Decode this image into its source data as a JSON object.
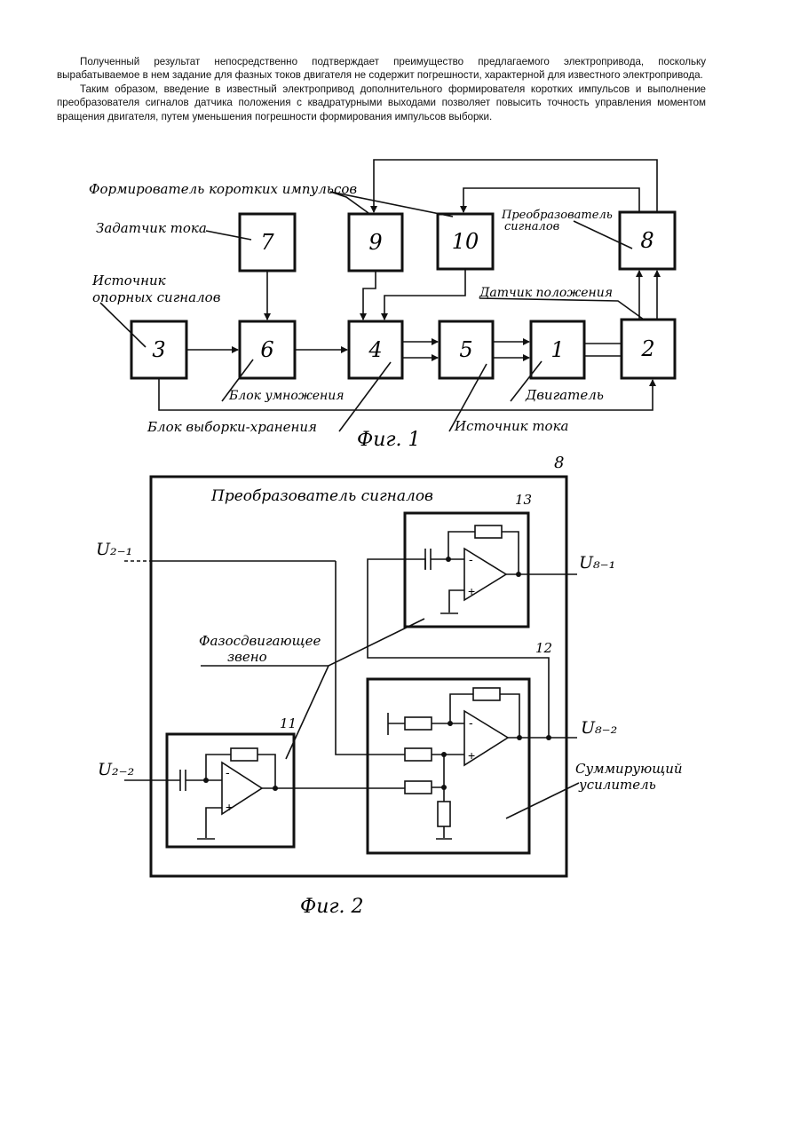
{
  "text": {
    "p1": "Полученный результат непосредственно подтверждает преимущество предлагаемого электропривода, поскольку вырабатываемое в нем задание для фазных токов двигателя не содержит погрешности, характерной для известного электропривода.",
    "p2": "Таким образом, введение в известный электропривод дополнительного формирователя коротких импульсов и выполнение преобразователя сигналов датчика положения с квадратурными выходами позволяет повысить точность управления моментом вращения двигателя, путем уменьшения погрешности формирования импульсов выборки."
  },
  "fig1": {
    "caption": "Фиг. 1",
    "blocks": {
      "b1": "1",
      "b2": "2",
      "b3": "3",
      "b4": "4",
      "b5": "5",
      "b6": "6",
      "b7": "7",
      "b8": "8",
      "b9": "9",
      "b10": "10"
    },
    "labels": {
      "short_pulse_former": "Формирователь коротких импульсов",
      "current_setter": "Задатчик тока",
      "ref_source_line1": "Источник",
      "ref_source_line2": "опорных сигналов",
      "signal_converter_line1": "Преобразователь",
      "signal_converter_line2": "сигналов",
      "position_sensor": "Датчик положения",
      "multiplier": "Блок умножения",
      "motor": "Двигатель",
      "sample_hold": "Блок выборки-хранения",
      "current_source": "Источник тока"
    }
  },
  "fig2": {
    "caption": "Фиг. 2",
    "outer_number": "8",
    "title": "Преобразователь сигналов",
    "num13": "13",
    "num12": "12",
    "num11": "11",
    "in_u21": "U₂₋₁",
    "in_u22": "U₂₋₂",
    "out_u81": "U₈₋₁",
    "out_u82": "U₈₋₂",
    "phase_shift_line1": "Фазосдвигающее",
    "phase_shift_line2": "звено",
    "summing_line1": "Суммирующий",
    "summing_line2": "усилитель",
    "minus": "-",
    "plus": "+"
  }
}
